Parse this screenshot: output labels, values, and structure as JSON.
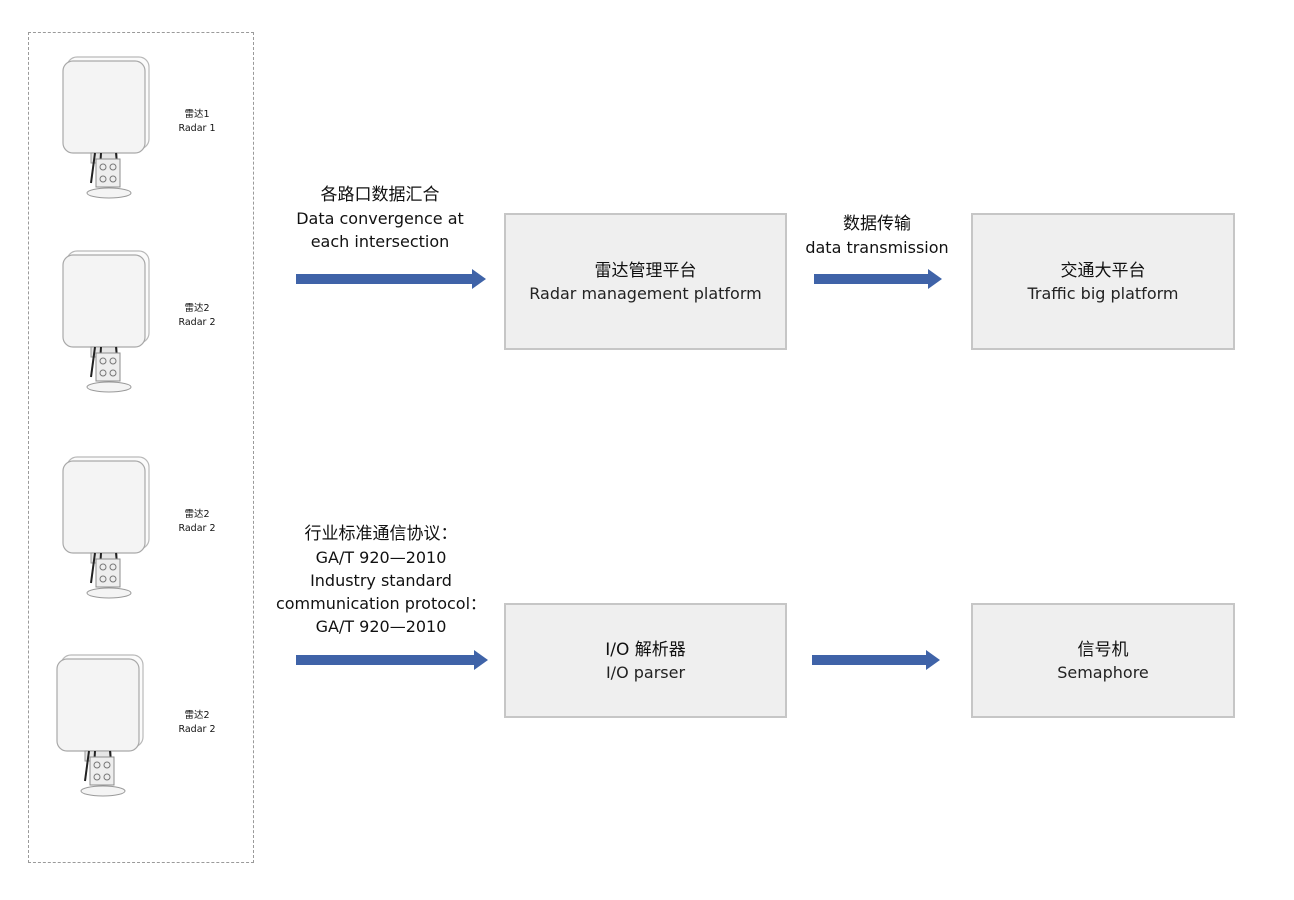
{
  "radars": [
    {
      "label_cn": "雷达1",
      "label_en": "Radar 1"
    },
    {
      "label_cn": "雷达2",
      "label_en": "Radar 2"
    },
    {
      "label_cn": "雷达2",
      "label_en": "Radar 2"
    },
    {
      "label_cn": "雷达2",
      "label_en": "Radar 2"
    }
  ],
  "convergence": {
    "cn": "各路口数据汇合",
    "en_line1": "Data convergence at",
    "en_line2": "each intersection"
  },
  "radar_platform": {
    "cn": "雷达管理平台",
    "en": "Radar management platform"
  },
  "transmission": {
    "cn": "数据传输",
    "en": "data transmission"
  },
  "traffic_platform": {
    "cn": "交通大平台",
    "en": "Traffic big platform"
  },
  "protocol": {
    "cn": "行业标准通信协议：",
    "code1": "GA/T 920—2010",
    "en_line1": "Industry standard",
    "en_line2": "communication protocol：",
    "code2": "GA/T 920—2010"
  },
  "io_parser": {
    "cn": "I/O 解析器",
    "en": "I/O parser"
  },
  "semaphore": {
    "cn": "信号机",
    "en": "Semaphore"
  },
  "colors": {
    "arrow": "#3f63a8",
    "box_fill": "#efefef",
    "box_border": "#c6c6c6"
  }
}
